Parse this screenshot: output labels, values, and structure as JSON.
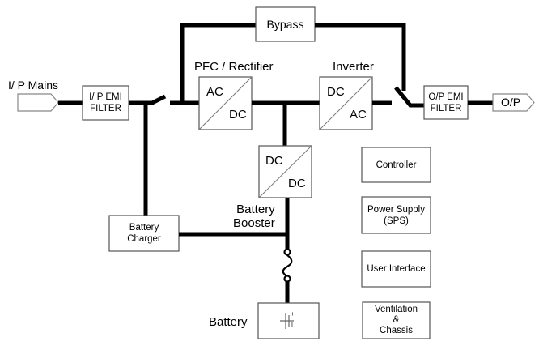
{
  "diagram": {
    "title": "UPS Block Diagram",
    "inputs": {
      "ip_mains_label": "I/ P  Mains",
      "op_label": "O/P"
    },
    "filters": {
      "ip_emi": [
        "I/ P EMI",
        "FILTER"
      ],
      "op_emi": [
        "O/P EMI",
        "FILTER"
      ]
    },
    "bypass": {
      "label": "Bypass"
    },
    "pfc_rectifier": {
      "title": "PFC /  Rectifier",
      "top": "AC",
      "bottom": "DC"
    },
    "inverter": {
      "title": "Inverter",
      "top": "DC",
      "bottom": "AC"
    },
    "dc_dc": {
      "top": "DC",
      "bottom": "DC"
    },
    "battery_booster": {
      "label": [
        "Battery",
        "Booster"
      ]
    },
    "battery_charger": {
      "label": [
        "Battery",
        "Charger"
      ]
    },
    "battery": {
      "label": "Battery",
      "plus": "+",
      "minus": "I"
    },
    "auxiliary_blocks": [
      {
        "label": [
          "Controller"
        ]
      },
      {
        "label": [
          "Power Supply",
          "(SPS)"
        ]
      },
      {
        "label": [
          "User Interface"
        ]
      },
      {
        "label": [
          "Ventilation",
          "&",
          "Chassis"
        ]
      }
    ]
  }
}
